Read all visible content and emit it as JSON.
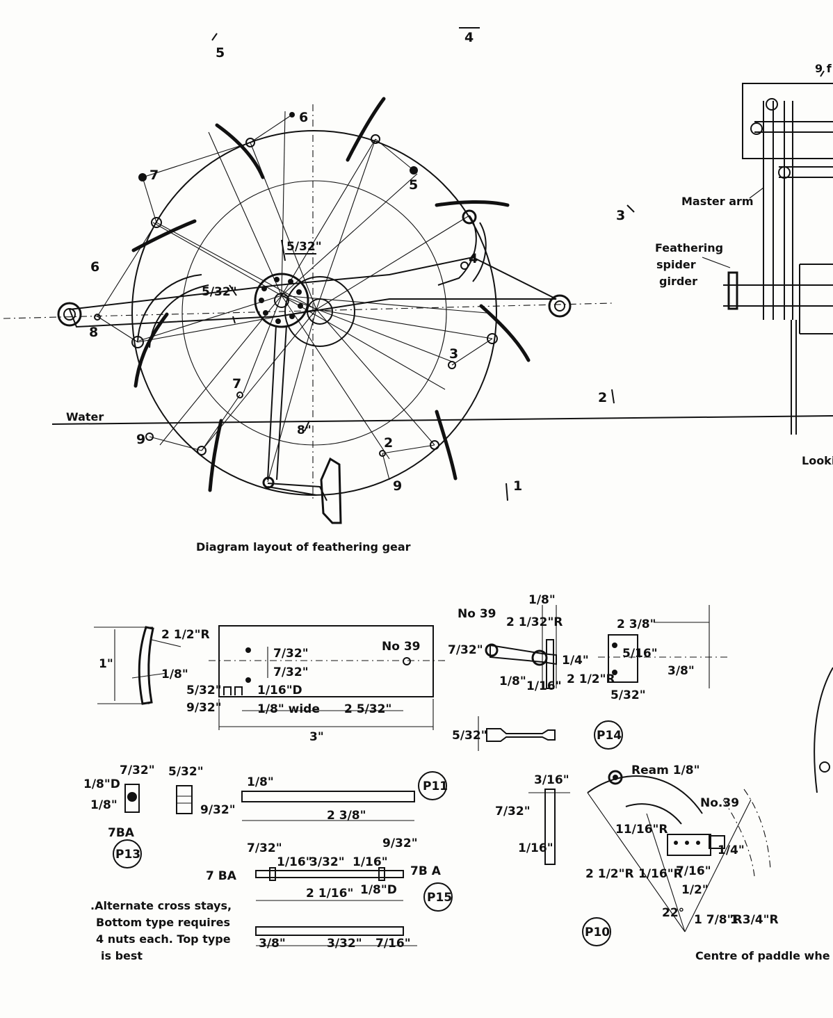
{
  "caption": "Diagram layout of feathering gear",
  "labels": {
    "water": "Water",
    "master_arm": "Master arm",
    "feathering_spider_girder": [
      "Feathering",
      "spider",
      "girder"
    ],
    "looking": "Looki",
    "top_fragment": "9 f",
    "centre_note": "Centre of paddle whe"
  },
  "wheel_numbers": [
    "1",
    "2",
    "2",
    "3",
    "3",
    "4",
    "4",
    "5",
    "5",
    "6",
    "6",
    "7",
    "7",
    "8",
    "9",
    "9"
  ],
  "wheel_dims": {
    "d1": "5/32\"",
    "d2": "5/32\"",
    "d3": "8\""
  },
  "part_labels": {
    "p10": "P10",
    "p11": "P11",
    "p13": "P13",
    "p14": "P14",
    "p15": "P15"
  },
  "dims": {
    "blade_radius": "2 1/2\"R",
    "one_inch": "1\"",
    "eighth": "1/8\"",
    "d_7_32": "7/32\"",
    "d_7_32b": "7/32\"",
    "d_5_32": "5/32\"",
    "d_9_32": "9/32\"",
    "d_1_16_d": "1/16\"D",
    "d_1_8_wide": "1/8\" wide",
    "d_2_5_32": "2 5/32\"",
    "d_3": "3\"",
    "no39": "No 39",
    "p14_no39": "No 39",
    "p14_1_8_top": "1/8\"",
    "p14_2_1_32r": "2 1/32\"R",
    "p14_7_32": "7/32\"",
    "p14_1_8": "1/8\"",
    "p14_1_16": "1/16\"",
    "p14_1_4": "1/4\"",
    "p14_2_1_2r": "2 1/2\"R",
    "p14_2_3_8": "2 3/8\"",
    "p14_5_16": "5/16\"",
    "p14_3_8": "3/8\"",
    "p14_5_32": "5/32\"",
    "p14_5_32b": "5/32\"",
    "p13_1_8d": "1/8\"D",
    "p13_7_32": "7/32\"",
    "p13_1_8": "1/8\"",
    "p13_7ba": "7BA",
    "p13_5_32": "5/32\"",
    "p13_9_32": "9/32\"",
    "p11_1_8": "1/8\"",
    "p11_2_3_8": "2 3/8\"",
    "p15_7_32": "7/32\"",
    "p15_9_32": "9/32\"",
    "p15_1_16a": "1/16\"",
    "p15_3_32": "3/32\"",
    "p15_1_16b": "1/16\"",
    "p15_7ba_left": "7 BA",
    "p15_7ba_right": "7B A",
    "p15_2_1_16": "2 1/16\"",
    "p15_1_8d": "1/8\"D",
    "p15_3_8": "3/8\"",
    "p15_3_32b": "3/32\"",
    "p15_7_16": "7/16\"",
    "p12_3_16": "3/16\"",
    "p12_7_32": "7/32\"",
    "p12_1_16": "1/16\"",
    "p10_ream": "Ream 1/8\"",
    "p10_no39": "No.39",
    "p10_11_16r": "11/16\"R",
    "p10_2_1_2r": "2 1/2\"R",
    "p10_1_16r": "1/16\"R",
    "p10_7_16": "7/16\"",
    "p10_1_4": "1/4\"",
    "p10_1_2": "1/2\"",
    "p10_22": "22°",
    "p10_1_7_8r": "1 7/8\"R",
    "p10_1_3_4r": "1 3/4\"R"
  },
  "notes": {
    "cross_stays": [
      ".Alternate cross stays,",
      "Bottom type requires",
      "4 nuts each. Top type",
      "is best"
    ]
  }
}
